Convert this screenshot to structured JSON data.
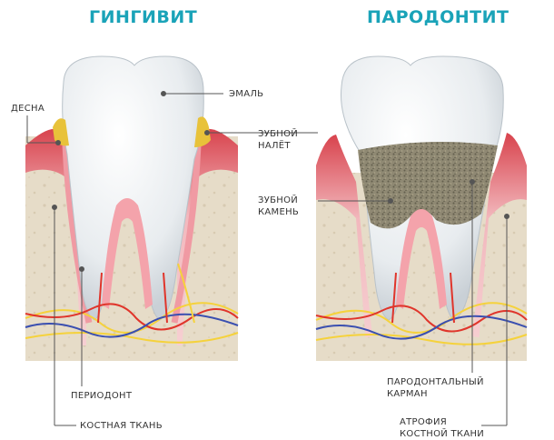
{
  "titles": {
    "left": "ГИНГИВИТ",
    "right": "ПАРОДОНТИТ"
  },
  "labels": {
    "desna": "ДЕСНА",
    "emal": "ЭМАЛЬ",
    "zubnoy_nalet_1": "ЗУБНОЙ",
    "zubnoy_nalet_2": "НАЛЁТ",
    "zubnoy_kamen_1": "ЗУБНОЙ",
    "zubnoy_kamen_2": "КАМЕНЬ",
    "periodont": "ПЕРИОДОНТ",
    "kostnaya_tkan": "КОСТНАЯ ТКАНЬ",
    "parodont_karman_1": "ПАРОДОНТАЛЬНЫЙ",
    "parodont_karman_2": "КАРМАН",
    "atrofiya_1": "АТРОФИЯ",
    "atrofiya_2": "КОСТНОЙ ТКАНИ"
  },
  "colors": {
    "title": "#1aa3b8",
    "bone": "#e6dcc8",
    "gum": "#f2b8bd",
    "gum_dark": "#c9343f",
    "enamel": "#eef1f3",
    "plaque": "#e8c23a",
    "calculus": "#7d7660",
    "artery": "#e0352b",
    "vein": "#3a4fb0",
    "nerve": "#f5d23c"
  }
}
